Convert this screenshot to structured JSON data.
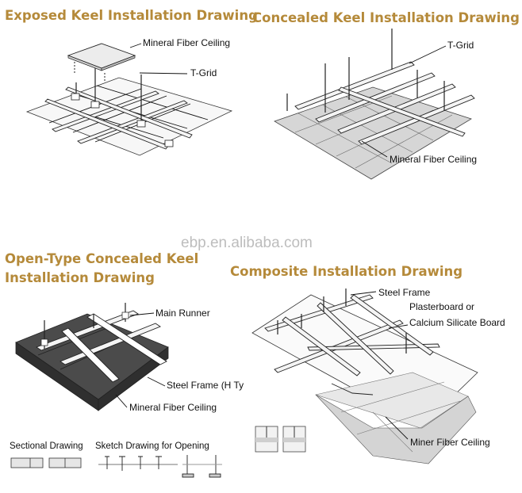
{
  "watermark": "ebp.en.alibaba.com",
  "panels": {
    "exposed": {
      "title": "Exposed Keel Installation Drawing",
      "labels": {
        "mineral_fiber": "Mineral Fiber Ceiling",
        "t_grid": "T-Grid"
      }
    },
    "concealed": {
      "title": "Concealed Keel Installation Drawing",
      "labels": {
        "t_grid": "T-Grid",
        "mineral_fiber": "Mineral Fiber Ceiling"
      }
    },
    "open_type": {
      "title_line1": "Open-Type Concealed Keel",
      "title_line2": "Installation Drawing",
      "labels": {
        "main_runner": "Main Runner",
        "steel_frame": "Steel Frame (H Ty",
        "mineral_fiber": "Mineral Fiber Ceiling",
        "sectional": "Sectional Drawing",
        "sketch": "Sketch Drawing for Opening"
      }
    },
    "composite": {
      "title": "Composite Installation Drawing",
      "labels": {
        "steel_frame": "Steel Frame",
        "plasterboard": "Plasterboard or",
        "calcium": "Calcium Silicate Board",
        "miner_fiber": "Miner Fiber Ceiling"
      }
    }
  }
}
